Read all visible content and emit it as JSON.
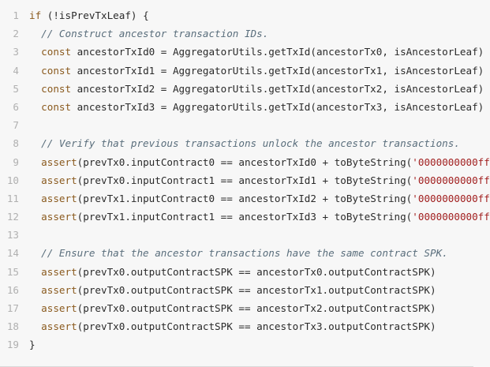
{
  "editor": {
    "lines": [
      {
        "num": "1",
        "segments": [
          {
            "cls": "kw",
            "text": "if"
          },
          {
            "cls": "plain",
            "text": " (!isPrevTxLeaf) {"
          }
        ]
      },
      {
        "num": "2",
        "segments": [
          {
            "cls": "cm",
            "text": "  // Construct ancestor transaction IDs."
          }
        ]
      },
      {
        "num": "3",
        "segments": [
          {
            "cls": "kw",
            "text": "  const"
          },
          {
            "cls": "plain",
            "text": " ancestorTxId0 = AggregatorUtils.getTxId(ancestorTx0, isAncestorLeaf)"
          }
        ]
      },
      {
        "num": "4",
        "segments": [
          {
            "cls": "kw",
            "text": "  const"
          },
          {
            "cls": "plain",
            "text": " ancestorTxId1 = AggregatorUtils.getTxId(ancestorTx1, isAncestorLeaf)"
          }
        ]
      },
      {
        "num": "5",
        "segments": [
          {
            "cls": "kw",
            "text": "  const"
          },
          {
            "cls": "plain",
            "text": " ancestorTxId2 = AggregatorUtils.getTxId(ancestorTx2, isAncestorLeaf)"
          }
        ]
      },
      {
        "num": "6",
        "segments": [
          {
            "cls": "kw",
            "text": "  const"
          },
          {
            "cls": "plain",
            "text": " ancestorTxId3 = AggregatorUtils.getTxId(ancestorTx3, isAncestorLeaf)"
          }
        ]
      },
      {
        "num": "7",
        "segments": []
      },
      {
        "num": "8",
        "segments": [
          {
            "cls": "cm",
            "text": "  // Verify that previous transactions unlock the ancestor transactions."
          }
        ]
      },
      {
        "num": "9",
        "segments": [
          {
            "cls": "kw",
            "text": "  assert"
          },
          {
            "cls": "plain",
            "text": "(prevTx0.inputContract0 == ancestorTxId0 + toByteString("
          },
          {
            "cls": "str",
            "text": "'0000000000ff"
          }
        ]
      },
      {
        "num": "10",
        "segments": [
          {
            "cls": "kw",
            "text": "  assert"
          },
          {
            "cls": "plain",
            "text": "(prevTx0.inputContract1 == ancestorTxId1 + toByteString("
          },
          {
            "cls": "str",
            "text": "'0000000000ff"
          }
        ]
      },
      {
        "num": "11",
        "segments": [
          {
            "cls": "kw",
            "text": "  assert"
          },
          {
            "cls": "plain",
            "text": "(prevTx1.inputContract0 == ancestorTxId2 + toByteString("
          },
          {
            "cls": "str",
            "text": "'0000000000ff"
          }
        ]
      },
      {
        "num": "12",
        "segments": [
          {
            "cls": "kw",
            "text": "  assert"
          },
          {
            "cls": "plain",
            "text": "(prevTx1.inputContract1 == ancestorTxId3 + toByteString("
          },
          {
            "cls": "str",
            "text": "'0000000000ff"
          }
        ]
      },
      {
        "num": "13",
        "segments": []
      },
      {
        "num": "14",
        "segments": [
          {
            "cls": "cm",
            "text": "  // Ensure that the ancestor transactions have the same contract SPK."
          }
        ]
      },
      {
        "num": "15",
        "segments": [
          {
            "cls": "kw",
            "text": "  assert"
          },
          {
            "cls": "plain",
            "text": "(prevTx0.outputContractSPK == ancestorTx0.outputContractSPK)"
          }
        ]
      },
      {
        "num": "16",
        "segments": [
          {
            "cls": "kw",
            "text": "  assert"
          },
          {
            "cls": "plain",
            "text": "(prevTx0.outputContractSPK == ancestorTx1.outputContractSPK)"
          }
        ]
      },
      {
        "num": "17",
        "segments": [
          {
            "cls": "kw",
            "text": "  assert"
          },
          {
            "cls": "plain",
            "text": "(prevTx0.outputContractSPK == ancestorTx2.outputContractSPK)"
          }
        ]
      },
      {
        "num": "18",
        "segments": [
          {
            "cls": "kw",
            "text": "  assert"
          },
          {
            "cls": "plain",
            "text": "(prevTx0.outputContractSPK == ancestorTx3.outputContractSPK)"
          }
        ]
      },
      {
        "num": "19",
        "segments": [
          {
            "cls": "plain",
            "text": "}"
          }
        ]
      }
    ]
  },
  "colors": {
    "background": "#f7f7f7",
    "keyword": "#8a5a1e",
    "comment": "#5a6e7c",
    "string": "#a11f1f",
    "text": "#2a2a2a",
    "line_number": "#b0b0b0"
  }
}
